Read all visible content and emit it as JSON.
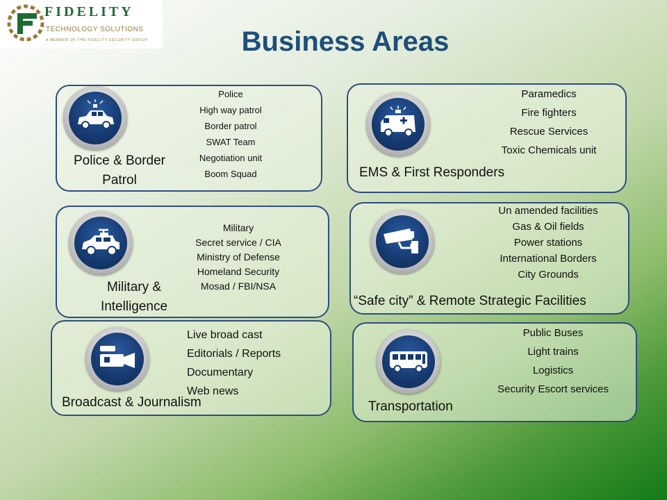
{
  "logo": {
    "name": "FIDELITY",
    "sub": "TECHNOLOGY SOLUTIONS",
    "tagline": "A MEMBER OF THE FIDELITY SECURITY GROUP"
  },
  "title": "Business Areas",
  "areas": {
    "police": {
      "title_line1": "Police & Border",
      "title_line2": "Patrol",
      "icon": "police-car-icon",
      "items": [
        "Police",
        "High way patrol",
        "Border patrol",
        "SWAT Team",
        "Negotiation unit",
        "Boom Squad"
      ]
    },
    "ems": {
      "title": "EMS & First Responders",
      "icon": "ambulance-icon",
      "items": [
        "Paramedics",
        "Fire fighters",
        "Rescue Services",
        "Toxic Chemicals unit"
      ]
    },
    "military": {
      "title_line1": "Military &",
      "title_line2": "Intelligence",
      "icon": "military-vehicle-icon",
      "items": [
        "Military",
        "Secret service  / CIA",
        "Ministry of Defense",
        "Homeland Security",
        "Mosad / FBI/NSA"
      ]
    },
    "safecity": {
      "title": "“Safe city” & Remote Strategic Facilities",
      "icon": "security-camera-icon",
      "items": [
        "Un amended facilities",
        "Gas & Oil fields",
        "Power stations",
        "International Borders",
        "City Grounds"
      ]
    },
    "broadcast": {
      "title": "Broadcast & Journalism",
      "icon": "video-camera-icon",
      "items": [
        "Live broad cast",
        "Editorials /  Reports",
        "Documentary",
        "Web news"
      ]
    },
    "transport": {
      "title": "Transportation",
      "icon": "bus-icon",
      "items": [
        "Public Buses",
        "Light trains",
        "Logistics",
        "Security Escort services"
      ]
    }
  },
  "colors": {
    "title": "#1f4e79",
    "card_border": "#2e4d7d",
    "badge_blue": "#163a70",
    "logo_green": "#1e6b34",
    "logo_gold": "#9a7a3f"
  }
}
